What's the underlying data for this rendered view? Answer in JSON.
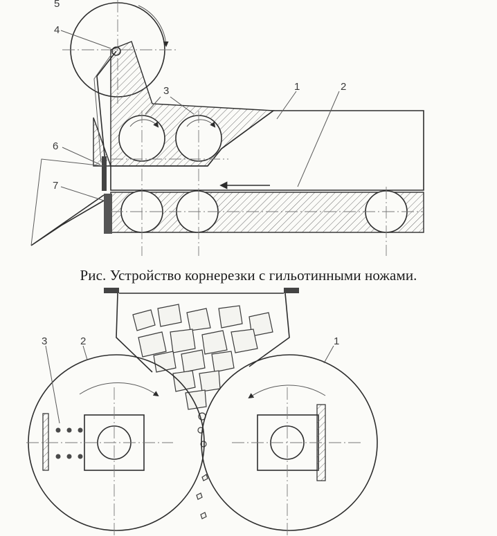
{
  "caption": "Рис. Устройство корнерезки с гильотинными ножами.",
  "top_figure": {
    "labels": {
      "l1": "1",
      "l2": "2",
      "l3": "3",
      "l4": "4",
      "l5": "5",
      "l6": "6",
      "l7": "7"
    }
  },
  "bottom_figure": {
    "labels": {
      "l1": "1",
      "l2": "2",
      "l3": "3"
    }
  }
}
